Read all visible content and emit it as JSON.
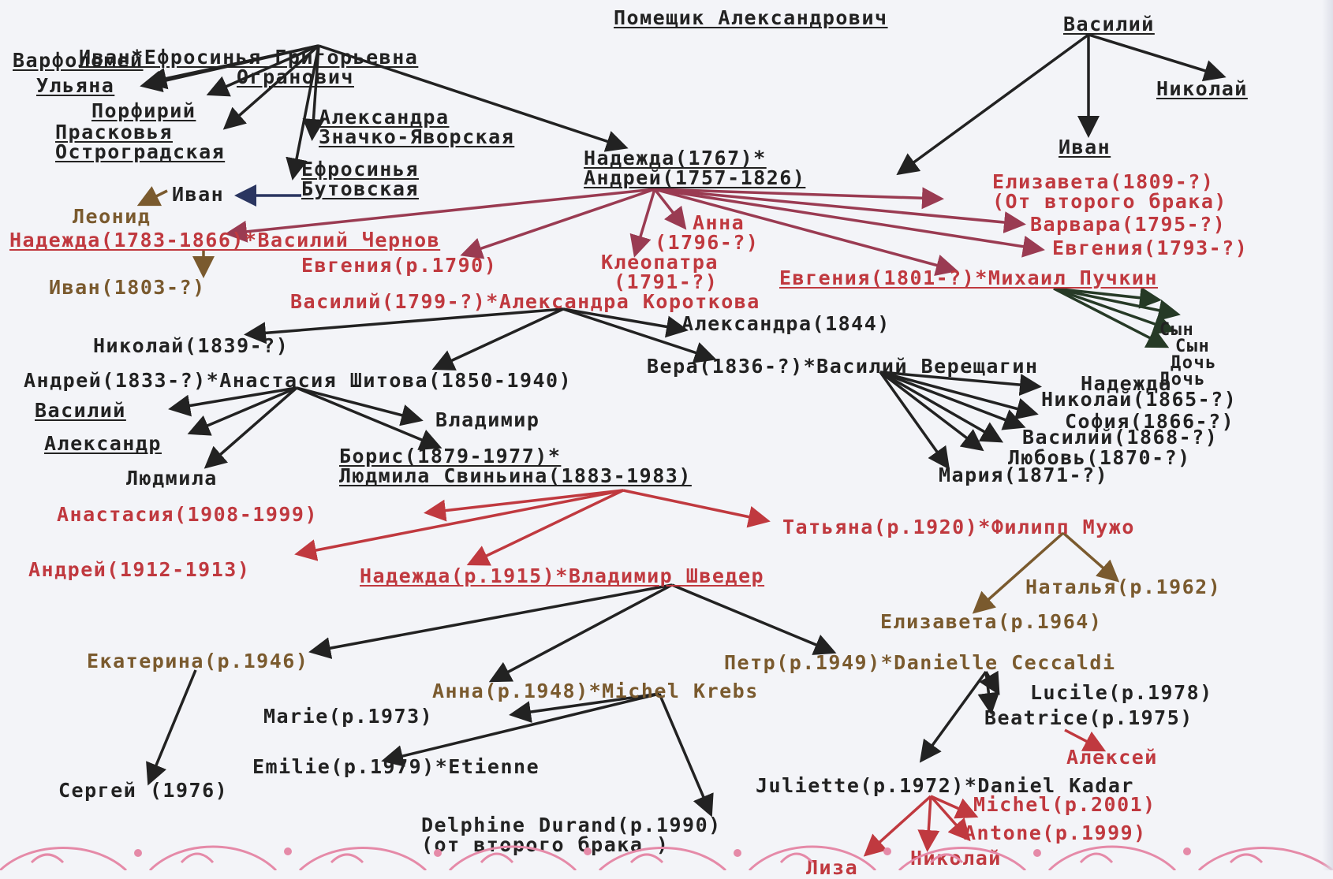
{
  "colors": {
    "black": "#222222",
    "red": "#c0393f",
    "plum": "#9a3b52",
    "brown": "#7a5a2e",
    "green": "#263a26",
    "navy": "#2a3560",
    "border": "#e58aa8"
  },
  "nodes": {
    "n1": {
      "lines": [
        "Иван*Ефросинья Григорьевна",
        "Огранович"
      ]
    },
    "n2": {
      "lines": [
        "Помещик Александрович"
      ]
    },
    "n3": {
      "lines": [
        "Василий"
      ]
    },
    "n4": {
      "lines": [
        "Варфоломей"
      ]
    },
    "n5": {
      "lines": [
        "Ульяна"
      ]
    },
    "n6": {
      "lines": [
        "Порфирий"
      ]
    },
    "n7": {
      "lines": [
        "Прасковья",
        "Остроградская"
      ]
    },
    "n8": {
      "lines": [
        "Александра",
        "Значко-Яворская"
      ]
    },
    "n9": {
      "lines": [
        "Ефросинья",
        "Бутовская"
      ]
    },
    "n10": {
      "lines": [
        "Николай"
      ]
    },
    "n11": {
      "lines": [
        "Иван"
      ]
    },
    "n12": {
      "lines": [
        "Надежда(1767)*",
        "Андрей(1757-1826)"
      ]
    },
    "n13": {
      "lines": [
        "Елизавета(1809-?)",
        "(От второго брака)"
      ]
    },
    "n14": {
      "lines": [
        "Иван"
      ]
    },
    "n15": {
      "lines": [
        "Леонид"
      ]
    },
    "n16": {
      "lines": [
        "Надежда(1783-1866)*Василий Чернов"
      ]
    },
    "n17": {
      "lines": [
        "Анна",
        "(1796-?)"
      ]
    },
    "n18": {
      "lines": [
        "Варвара(1795-?)"
      ]
    },
    "n19": {
      "lines": [
        "Евгения(1793-?)"
      ]
    },
    "n20": {
      "lines": [
        "Евгения(р.1790)"
      ]
    },
    "n21": {
      "lines": [
        "Клеопатра",
        "(1791-?)"
      ]
    },
    "n22": {
      "lines": [
        "Евгения(1801-?)*Михаил Пучкин"
      ]
    },
    "n23": {
      "lines": [
        "Иван(1803-?)"
      ]
    },
    "n24": {
      "lines": [
        "Василий(1799-?)*Александра Короткова"
      ]
    },
    "n25": {
      "lines": [
        "Сын",
        "Сын",
        "Дочь",
        "Дочь"
      ]
    },
    "n26": {
      "lines": [
        "Александра(1844)"
      ]
    },
    "n27": {
      "lines": [
        "Николай(1839-?)"
      ]
    },
    "n28": {
      "lines": [
        "Вера(1836-?)*Василий Верещагин"
      ]
    },
    "n29": {
      "lines": [
        "Андрей(1833-?)*Анастасия Шитова(1850-1940)"
      ]
    },
    "n30": {
      "lines": [
        "Надежда"
      ]
    },
    "n31": {
      "lines": [
        "Николай(1865-?)"
      ]
    },
    "n32": {
      "lines": [
        "Василий"
      ]
    },
    "n33": {
      "lines": [
        "Владимир"
      ]
    },
    "n34": {
      "lines": [
        "София(1866-?)"
      ]
    },
    "n35": {
      "lines": [
        "Василий(1868-?)"
      ]
    },
    "n36": {
      "lines": [
        "Александр"
      ]
    },
    "n37": {
      "lines": [
        "Борис(1879-1977)*",
        "Людмила Свиньина(1883-1983)"
      ]
    },
    "n38": {
      "lines": [
        "Любовь(1870-?)"
      ]
    },
    "n39": {
      "lines": [
        "Людмила"
      ]
    },
    "n40": {
      "lines": [
        "Мария(1871-?)"
      ]
    },
    "n41": {
      "lines": [
        "Анастасия(1908-1999)"
      ]
    },
    "n42": {
      "lines": [
        "Татьяна(р.1920)*Филипп Мужо"
      ]
    },
    "n43": {
      "lines": [
        "Андрей(1912-1913)"
      ]
    },
    "n44": {
      "lines": [
        "Надежда(р.1915)*Владимир Шведер"
      ]
    },
    "n45": {
      "lines": [
        "Наталья(р.1962)"
      ]
    },
    "n46": {
      "lines": [
        "Елизавета(р.1964)"
      ]
    },
    "n47": {
      "lines": [
        "Екатерина(р.1946)"
      ]
    },
    "n48": {
      "lines": [
        "Петр(р.1949)*Danielle Ceccaldi"
      ]
    },
    "n49": {
      "lines": [
        "Анна(р.1948)*Michel Krebs"
      ]
    },
    "n50": {
      "lines": [
        "Lucile(р.1978)"
      ]
    },
    "n51": {
      "lines": [
        "Marie(р.1973)"
      ]
    },
    "n52": {
      "lines": [
        "Beatrice(р.1975)"
      ]
    },
    "n53": {
      "lines": [
        "Алексей"
      ]
    },
    "n54": {
      "lines": [
        "Emilie(р.1979)*Etienne"
      ]
    },
    "n55": {
      "lines": [
        "Сергей (1976)"
      ]
    },
    "n56": {
      "lines": [
        "Juliette(р.1972)*Daniel Kadar"
      ]
    },
    "n57": {
      "lines": [
        "Michel(р.2001)"
      ]
    },
    "n58": {
      "lines": [
        "Antone(р.1999)"
      ]
    },
    "n59": {
      "lines": [
        "Delphine Durand(р.1990)",
        "(от второго брака )"
      ]
    },
    "n60": {
      "lines": [
        "Николай"
      ]
    },
    "n61": {
      "lines": [
        "Лиза"
      ]
    }
  }
}
